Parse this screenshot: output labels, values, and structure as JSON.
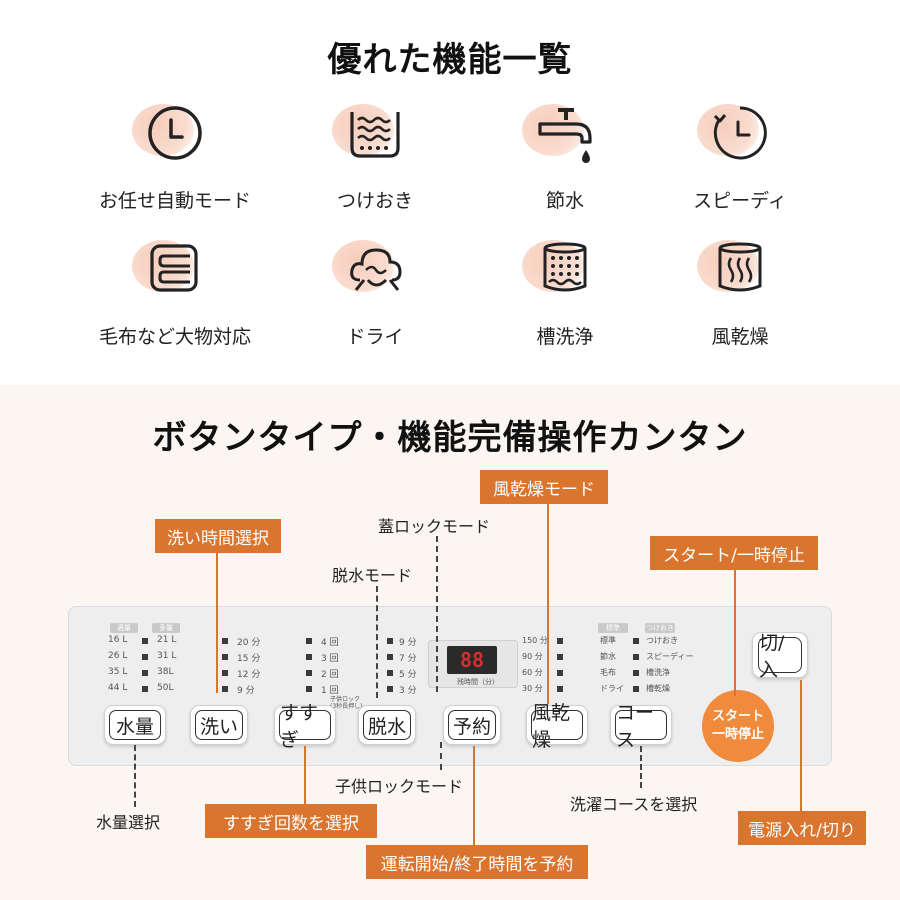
{
  "section1": {
    "title": "優れた機能一覧",
    "features": [
      {
        "label": "お任せ自動モード",
        "icon": "clock-icon"
      },
      {
        "label": "つけおき",
        "icon": "soak-tub-icon"
      },
      {
        "label": "節水",
        "icon": "faucet-icon"
      },
      {
        "label": "スピーディ",
        "icon": "speedy-clock-icon"
      },
      {
        "label": "毛布など大物対応",
        "icon": "blanket-icon"
      },
      {
        "label": "ドライ",
        "icon": "dry-cloud-icon"
      },
      {
        "label": "槽洗浄",
        "icon": "tub-clean-icon"
      },
      {
        "label": "風乾燥",
        "icon": "wind-dry-icon"
      }
    ]
  },
  "section2": {
    "title": "ボタンタイプ・機能完備操作カンタン"
  },
  "panel": {
    "water": {
      "hdr_left": "適量",
      "hdr_right": "多量",
      "left": [
        "16 L",
        "26 L",
        "35 L",
        "44 L"
      ],
      "right": [
        "21 L",
        "31 L",
        "38L",
        "50L"
      ]
    },
    "wash": [
      "20 分",
      "15 分",
      "12 分",
      "9 分"
    ],
    "rinse": [
      "4 回",
      "3 回",
      "2 回",
      "1 回"
    ],
    "spin": [
      "9 分",
      "7 分",
      "5 分",
      "3 分"
    ],
    "child_lock_note": "子供ロック",
    "child_lock_sub": "(3秒長押し)",
    "display_value": "88",
    "display_caption": "残時間（分）",
    "dry": [
      "150 分",
      "90 分",
      "60 分",
      "30 分"
    ],
    "course": {
      "hdr_left": "標準",
      "hdr_right": "つけおき",
      "items": [
        [
          "標準",
          "つけおき"
        ],
        [
          "節水",
          "スピーディー"
        ],
        [
          "毛布",
          "槽洗浄"
        ],
        [
          "ドライ",
          "槽乾燥"
        ]
      ]
    },
    "buttons": {
      "water": "水量",
      "wash": "洗い",
      "rinse": "すすぎ",
      "spin": "脱水",
      "timer": "予約",
      "dry": "風乾燥",
      "course": "コース"
    },
    "start_line1": "スタート",
    "start_line2": "一時停止",
    "power": "切/入"
  },
  "callouts": {
    "dry_mode": "風乾燥モード",
    "lid_lock": "蓋ロックモード",
    "wash_time": "洗い時間選択",
    "start_pause": "スタート/一時停止",
    "spin_mode": "脱水モード",
    "child_lock": "子供ロックモード",
    "water_select": "水量選択",
    "rinse_count": "すすぎ回数を選択",
    "course_select": "洗濯コースを選択",
    "power_onoff": "電源入れ/切り",
    "timer_reserve": "運転開始/終了時間を予約"
  },
  "colors": {
    "accent": "#d9752e",
    "start_button": "#f08a3c",
    "icon_blob": "#f7cdbb"
  }
}
